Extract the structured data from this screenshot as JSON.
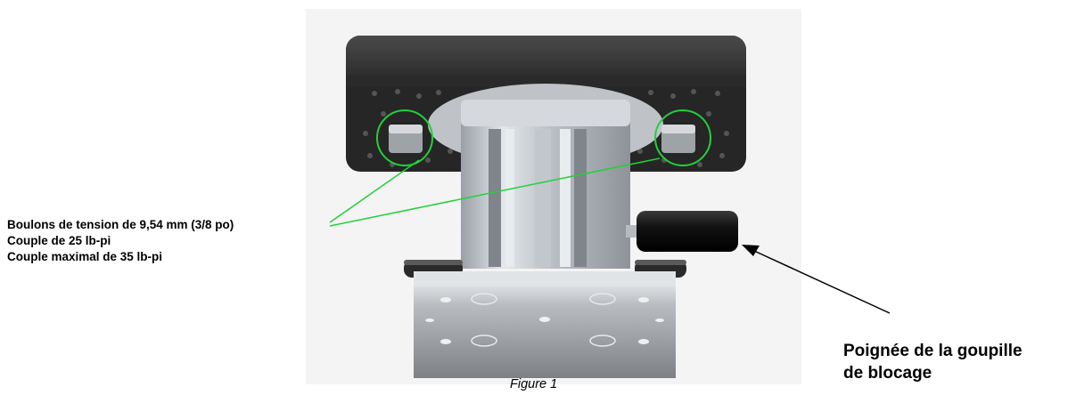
{
  "callouts": {
    "tension_bolts": {
      "line1": "Boulons de tension de 9,54 mm (3/8 po)",
      "line2": "Couple de 25 lb-pi",
      "line3": "Couple maximal de 35 lb-pi"
    },
    "lock_pin_handle": {
      "line1": "Poignée de la goupille",
      "line2": "de blocage"
    }
  },
  "caption": "Figure 1",
  "colors": {
    "highlight_circle": "#22d03a",
    "leader_line": "#22d03a",
    "arrow": "#000000",
    "plate": "#2b2b2b",
    "body": "#c9ced4",
    "background_panel": "#f4f4f4"
  }
}
